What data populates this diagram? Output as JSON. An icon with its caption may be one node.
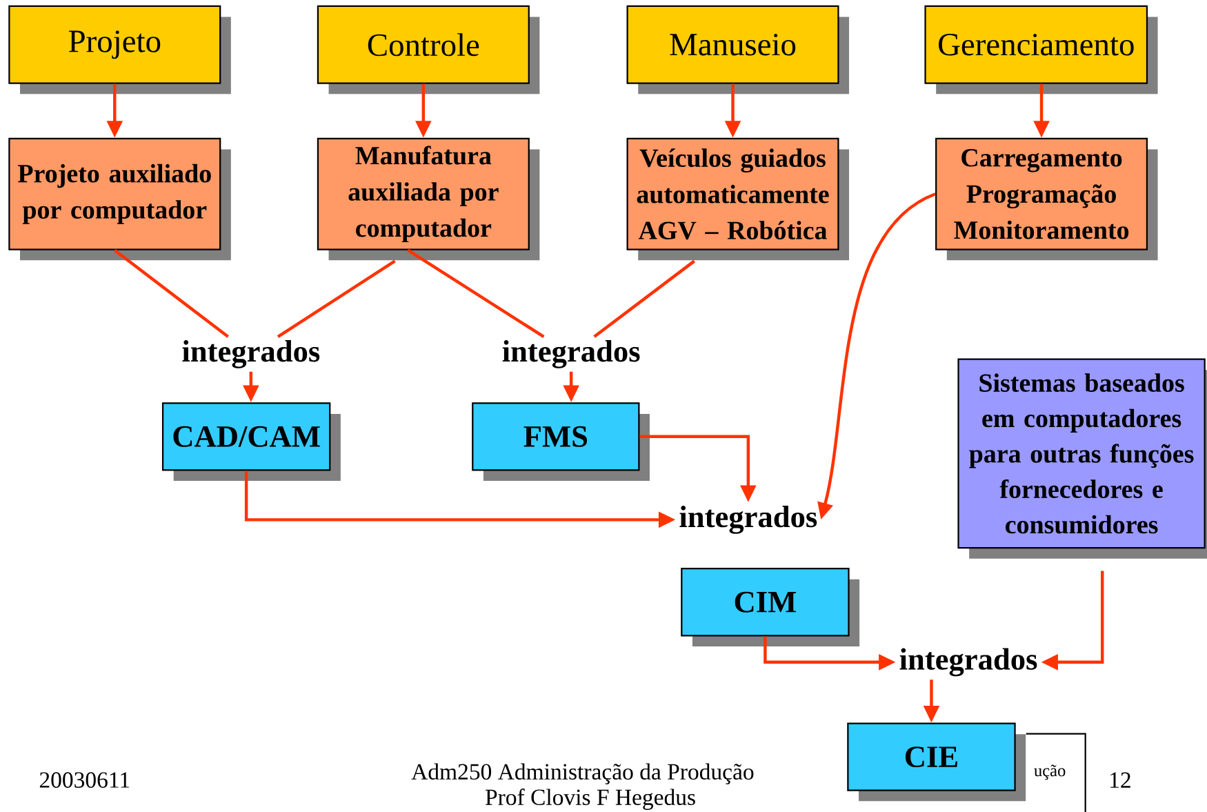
{
  "diagram": {
    "nodes": [
      {
        "text": [
          "Projeto"
        ]
      },
      {
        "text": [
          "Controle"
        ]
      },
      {
        "text": [
          "Manuseio"
        ]
      },
      {
        "text": [
          "Gerenciamento"
        ]
      },
      {
        "text": [
          "Projeto auxiliado por computador"
        ]
      },
      {
        "text": [
          "Manufatura auxiliada por computador"
        ]
      },
      {
        "text": [
          "Veículos guiados automaticamente AGV – Robótica"
        ]
      },
      {
        "text": [
          "Carregamento Programação Monitoramento"
        ]
      },
      {
        "text": [
          "integrados"
        ]
      },
      {
        "text": [
          "integrados"
        ]
      },
      {
        "text": [
          "CAD/CAM"
        ]
      },
      {
        "text": [
          "FMS"
        ]
      },
      {
        "text": [
          "integrados"
        ]
      },
      {
        "text": [
          "Sistemas baseados em computadores para outras funções fornecedores e consumidores"
        ]
      },
      {
        "text": [
          "CIM"
        ]
      },
      {
        "text": [
          "integrados"
        ]
      },
      {
        "text": [
          "CIE"
        ]
      }
    ],
    "edges": [
      {
        "from": 0,
        "to": 4,
        "arrow": "to"
      },
      {
        "from": 1,
        "to": 5,
        "arrow": "to"
      },
      {
        "from": 2,
        "to": 6,
        "arrow": "to"
      },
      {
        "from": 3,
        "to": 7,
        "arrow": "to"
      },
      {
        "from": 4,
        "to": 8,
        "arrow": "none"
      },
      {
        "from": 5,
        "to": 8,
        "arrow": "none"
      },
      {
        "from": 5,
        "to": 9,
        "arrow": "none"
      },
      {
        "from": 6,
        "to": 9,
        "arrow": "none"
      },
      {
        "from": 8,
        "to": 10,
        "arrow": "to"
      },
      {
        "from": 9,
        "to": 11,
        "arrow": "to"
      },
      {
        "from": 11,
        "to": 12,
        "arrow": "to"
      },
      {
        "from": 10,
        "to": 12,
        "arrow": "to"
      },
      {
        "from": 7,
        "to": 12,
        "arrow": "to"
      },
      {
        "from": 13,
        "to": 15,
        "arrow": "to"
      },
      {
        "from": 14,
        "to": 15,
        "arrow": "to"
      },
      {
        "from": 15,
        "to": 16,
        "arrow": "to"
      }
    ],
    "labels": [
      "ução",
      "20030611",
      "Adm250 Administração da Produção",
      "Prof Clovis F Hegedus",
      "12"
    ]
  }
}
